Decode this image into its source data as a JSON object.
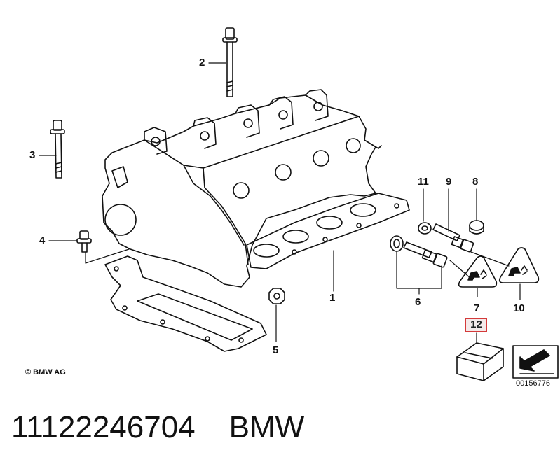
{
  "diagram": {
    "callouts": {
      "c1": "1",
      "c2": "2",
      "c3": "3",
      "c4": "4",
      "c5": "5",
      "c6": "6",
      "c7": "7",
      "c8": "8",
      "c9": "9",
      "c10": "10",
      "c11": "11",
      "c12": "12"
    },
    "highlighted_callout": "12",
    "highlight_color": "#d43a3a",
    "copyright": "© BMW AG",
    "reference_number": "00156776"
  },
  "footer": {
    "part_number": "11122246704",
    "brand": "BMW"
  }
}
